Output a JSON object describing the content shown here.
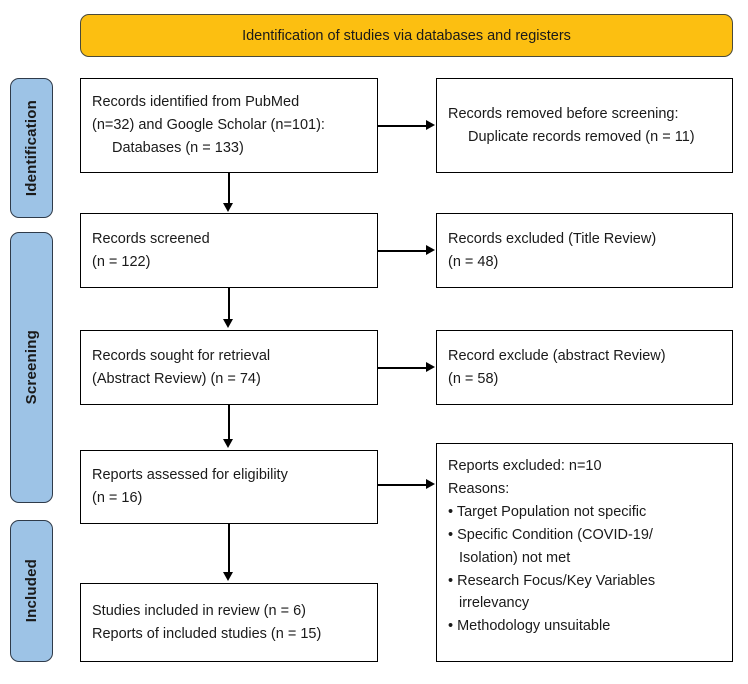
{
  "banner": {
    "text": "Identification of studies via databases and registers",
    "color": "#fcbf11"
  },
  "stages": [
    {
      "label": "Identification",
      "color": "#9dc3e6"
    },
    {
      "label": "Screening",
      "color": "#9dc3e6"
    },
    {
      "label": "Included",
      "color": "#9dc3e6"
    }
  ],
  "flow": {
    "identified": {
      "line1": "Records identified from PubMed",
      "line2": "(n=32) and Google Scholar (n=101):",
      "line3": "Databases (n = 133)"
    },
    "removed": {
      "line1": "Records removed before screening:",
      "line2": "Duplicate records removed (n = 11)"
    },
    "screened": {
      "line1": "Records screened",
      "line2": "(n = 122)"
    },
    "excluded_title": {
      "line1": "Records excluded (Title Review)",
      "line2": "(n = 48)"
    },
    "sought": {
      "line1": "Records sought for retrieval",
      "line2": "(Abstract Review) (n = 74)"
    },
    "excluded_abstract": {
      "line1": "Record exclude (abstract Review)",
      "line2": "(n = 58)"
    },
    "eligibility": {
      "line1": "Reports assessed for eligibility",
      "line2": "(n = 16)"
    },
    "reports_excluded": {
      "line1": "Reports excluded: n=10",
      "line2": "Reasons:",
      "reason1": "• Target Population not specific",
      "reason2": "• Specific Condition (COVID-19/",
      "reason2b": "Isolation) not met",
      "reason3": "• Research Focus/Key Variables",
      "reason3b": "irrelevancy",
      "reason4": "• Methodology unsuitable"
    },
    "included": {
      "line1": "Studies included in review (n = 6)",
      "line2": "Reports of included studies (n = 15)"
    }
  }
}
